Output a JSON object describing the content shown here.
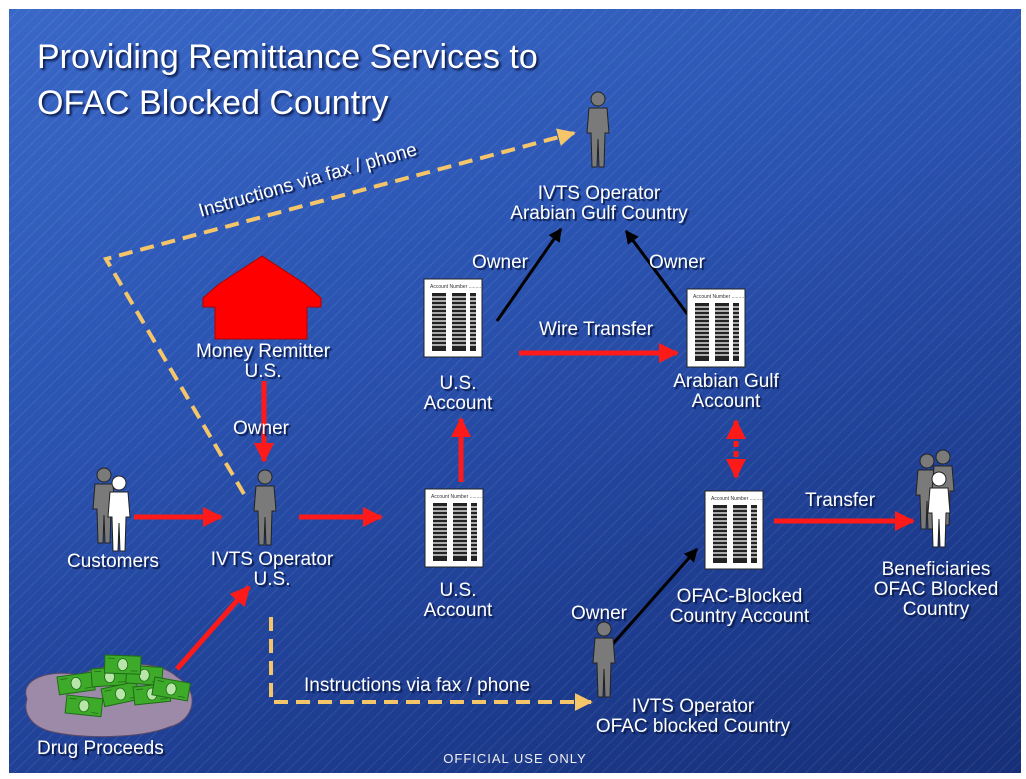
{
  "title_line1": "Providing Remittance Services to",
  "title_line2": "OFAC Blocked Country",
  "labels": {
    "ivts_gulf_1": "IVTS Operator",
    "ivts_gulf_2": "Arabian Gulf Country",
    "owner_left": "Owner",
    "owner_right": "Owner",
    "owner_mid": "Owner",
    "owner_bottom": "Owner",
    "money_remitter_1": "Money Remitter",
    "money_remitter_2": "U.S.",
    "us_account_top_1": "U.S.",
    "us_account_top_2": "Account",
    "wire_transfer": "Wire Transfer",
    "gulf_account_1": "Arabian Gulf",
    "gulf_account_2": "Account",
    "customers": "Customers",
    "ivts_us_1": "IVTS Operator",
    "ivts_us_2": "U.S.",
    "us_account_bottom_1": "U.S.",
    "us_account_bottom_2": "Account",
    "ofac_account_1": "OFAC-Blocked",
    "ofac_account_2": "Country Account",
    "transfer": "Transfer",
    "beneficiaries_1": "Beneficiaries",
    "beneficiaries_2": "OFAC Blocked",
    "beneficiaries_3": "Country",
    "instructions_top": "Instructions via fax / phone",
    "instructions_bottom": "Instructions via fax / phone",
    "ivts_ofac_1": "IVTS Operator",
    "ivts_ofac_2": "OFAC blocked Country",
    "drug_proceeds": "Drug Proceeds",
    "doc_header": "Account Number ..........."
  },
  "footer": "OFFICIAL USE ONLY",
  "colors": {
    "arrow_red": "#ff1a1a",
    "arrow_black": "#000000",
    "dashed_yellow": "#f5c56a",
    "house_red": "#ff0000",
    "person_gray": "#7a7a7a",
    "money_green": "#3daa2a"
  }
}
